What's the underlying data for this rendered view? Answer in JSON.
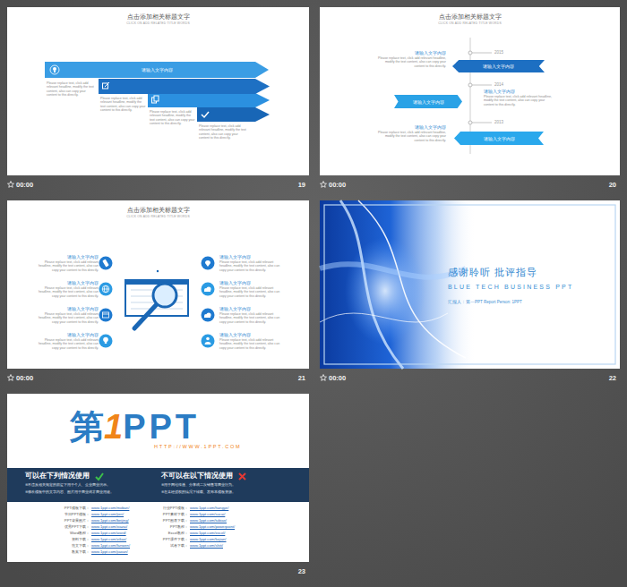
{
  "diagram": {
    "nodes": [
      {
        "text": [
          "点击添加相关标题文字",
          "CLICK ON ADD RELATED TITLE WORDS"
        ]
      },
      {
        "text": [
          "请输入文字内容"
        ],
        "in": 0
      },
      {
        "text": [
          "点击添加相关标题文字",
          "CLICK ON ADD RELATED TITLE WORDS"
        ]
      },
      {
        "text": [
          "请输入文字内容"
        ],
        "in": 2
      },
      {
        "text": [
          "请输入文字内容"
        ],
        "in": 2
      },
      {
        "text": [
          "请输入文字内容"
        ],
        "in": 2
      },
      {
        "text": [
          "点击添加相关标题文字",
          "CLICK ON ADD RELATED TITLE WORDS"
        ]
      },
      {
        "text": [
          "感谢聆听 批评指导",
          "BLUE TECH BUSINESS PPT",
          "汇报人：第一PPT Report Person: 1PPT"
        ]
      },
      {
        "text": [
          "可以在下列情况使用",
          "不可以在以下情况使用",
          "※不违反相关规定的前提下用于个人、企业商业演示。",
          "※修改模板中的文字内容、图片用于商业或非商业用途。",
          "※用于网站传播、分享或二次销售等商业行为。",
          "※在未经授权的情况下转载、发布本模板资源。"
        ]
      }
    ],
    "labels": [
      "Please replace text, click add relevant headline, modify the text content, also can copy your content to this directly.",
      "Please replace text, click add relevant headline, modify the text content, also can copy your content to this directly.",
      "Please replace text, click add relevant headline, modify the text content, also can copy your content to this directly.",
      "Please replace text, click add relevant headline, modify the text content, also can copy your content to this directly.",
      "00:00",
      "19",
      "2015",
      "请输入文字内容",
      "Please replace text, click add relevant headline, modify the text content, also can copy your content to this directly.",
      "2014",
      "请输入文字内容",
      "Please replace text, click add relevant headline, modify the text content, also can copy your content to this directly.",
      "2013",
      "请输入文字内容",
      "Please replace text, click add relevant headline, modify the text content, also can copy your content to this directly.",
      "00:00",
      "20",
      "请输入文字内容",
      "Please replace text, click add relevant headline, modify the text content, also can copy your content to this directly.",
      "请输入文字内容",
      "Please replace text, click add relevant headline, modify the text content, also can copy your content to this directly.",
      "请输入文字内容",
      "Please replace text, click add relevant headline, modify the text content, also can copy your content to this directly.",
      "请输入文字内容",
      "Please replace text, click add relevant headline, modify the text content, also can copy your content to this directly.",
      "请输入文字内容",
      "Please replace text, click add relevant headline, modify the text content, also can copy your content to this directly.",
      "请输入文字内容",
      "Please replace text, click add relevant headline, modify the text content, also can copy your content to this directly.",
      "请输入文字内容",
      "Please replace text, click add relevant headline, modify the text content, also can copy your content to this directly.",
      "请输入文字内容",
      "Please replace text, click add relevant headline, modify the text content, also can copy your content to this directly.",
      "00:00",
      "21",
      "00:00",
      "22",
      "第",
      "1",
      "PPT",
      "HTTP://WWW.1PPT.COM",
      "PPT模板下载：",
      "www.1ppt.com/moban/",
      "节日PPT模板：",
      "www.1ppt.com/jieri/",
      "PPT背景图片：",
      "www.1ppt.com/beijing/",
      "优秀PPT下载：",
      "www.1ppt.com/xiazai/",
      "Word教程：",
      "www.1ppt.com/word/",
      "资料下载：",
      "www.1ppt.com/ziliao/",
      "范文下载：",
      "www.1ppt.com/fanwen/",
      "教案下载：",
      "www.1ppt.com/jiaoan/",
      "行业PPT模板：",
      "www.1ppt.com/hangye/",
      "PPT素材下载：",
      "www.1ppt.com/sucai/",
      "PPT图表下载：",
      "www.1ppt.com/tubiao/",
      "PPT教程：",
      "www.1ppt.com/powerpoint/",
      "Excel教程：",
      "www.1ppt.com/excel/",
      "PPT课件下载：",
      "www.1ppt.com/kejian/",
      "试卷下载：",
      "www.1ppt.com/shiti/",
      "23"
    ]
  }
}
